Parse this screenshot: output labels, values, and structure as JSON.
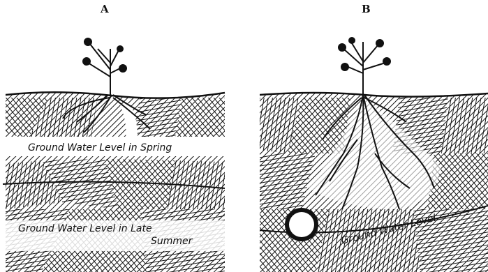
{
  "panels": [
    {
      "title": "A",
      "labels": {
        "spring": "Ground Water Level in Spring",
        "late_line1": "Ground Water Level in Late",
        "late_line2": "Summer"
      }
    },
    {
      "title": "B",
      "labels": {
        "level": "Ground Water Level."
      }
    }
  ],
  "colors": {
    "ink": "#111111",
    "paper": "#ffffff"
  },
  "icons": [
    "plant-icon",
    "drain-tile-icon"
  ]
}
